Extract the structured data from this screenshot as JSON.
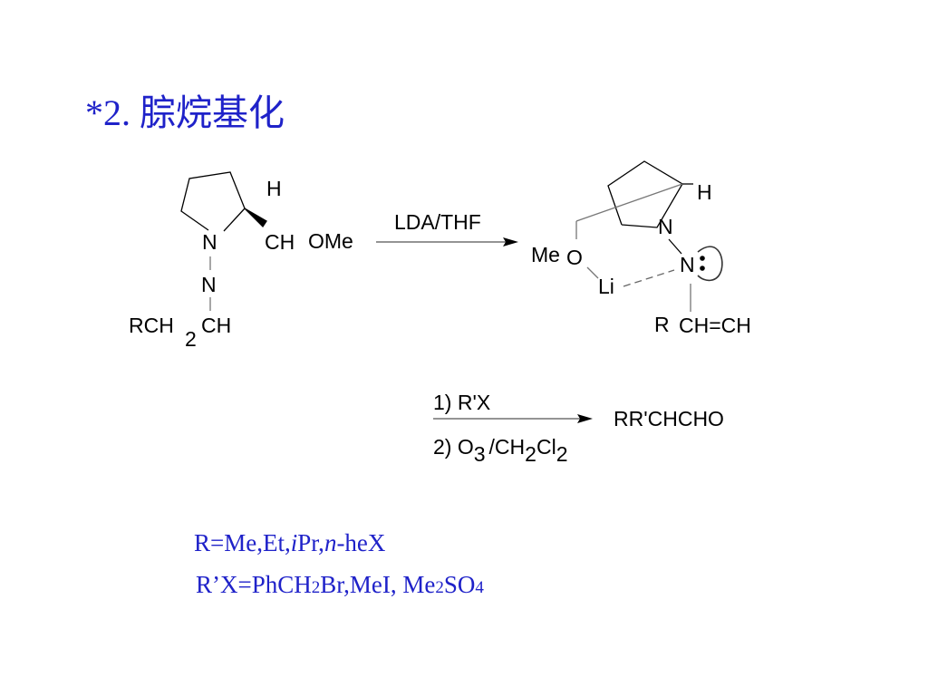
{
  "slide": {
    "title": "*2. 腙烷基化"
  },
  "scheme": {
    "start": {
      "N_ring": "N",
      "N_hydrazone": "N",
      "H": "H",
      "CH": "CH",
      "OMe": "OMe",
      "RCH": "RCH",
      "sub2": "2",
      "CH_end": "CH"
    },
    "arrow1_label": "LDA/THF",
    "intermediate": {
      "H": "H",
      "N_top": "N",
      "Me": "Me",
      "O": "O",
      "N_li": "N",
      "Li": "Li",
      "R": "R",
      "CH_CH": "CH=CH"
    },
    "step2": {
      "reagent1": "1) R'X",
      "reagent2_pre": "2) O",
      "reagent2_sub1": "3",
      "reagent2_mid": "/CH",
      "reagent2_sub2": "2",
      "reagent2_cl": "Cl",
      "reagent2_sub3": "2",
      "product": "RR'CHCHO"
    }
  },
  "notes": {
    "line1": {
      "a": "R=Me,Et,",
      "b": "i",
      "c": "Pr,",
      "d": "n",
      "e": "-heX"
    },
    "line2": {
      "a": "R’X=PhCH",
      "s1": "2",
      "b": "Br,MeI, Me",
      "s2": "2",
      "c": "SO",
      "s3": "4"
    }
  },
  "colors": {
    "accent_blue": "#1f22c9",
    "ink": "#000000",
    "bond_gray": "#777777"
  }
}
